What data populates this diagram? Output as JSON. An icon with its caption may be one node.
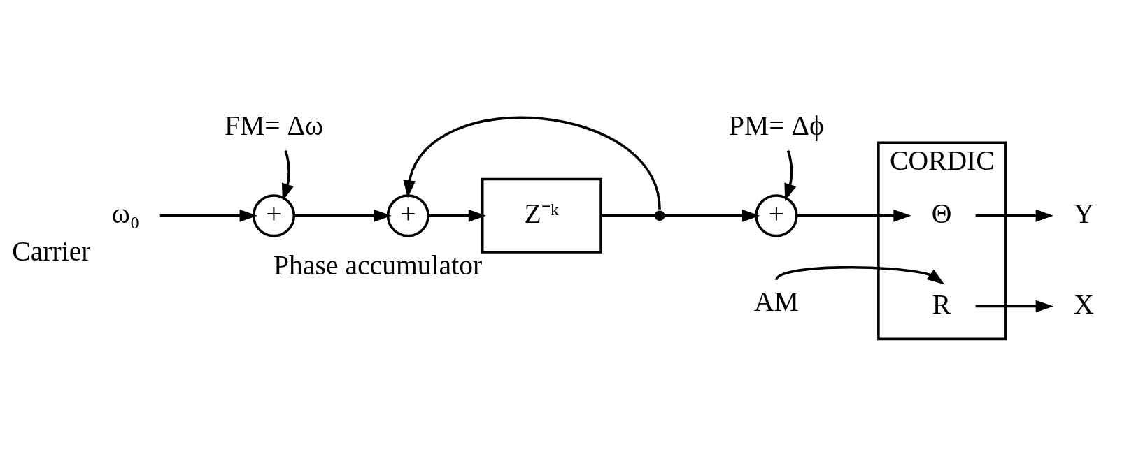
{
  "diagram": {
    "nodes": [
      {
        "text": [
          "ω₀"
        ],
        "beside": [
          "Carrier"
        ]
      },
      {
        "text": [
          "FM= Δω"
        ]
      },
      {
        "text": [
          "+"
        ]
      },
      {
        "text": [
          "+"
        ]
      },
      {
        "text": [
          "Z⁻ᵏ"
        ],
        "beside": [
          "Phase accumulator"
        ]
      },
      {
        "text": [],
        "shape": "dot"
      },
      {
        "text": [
          "PM= Δϕ"
        ]
      },
      {
        "text": [
          "+"
        ]
      },
      {
        "text": [
          "CORDIC"
        ]
      },
      {
        "text": [
          "Θ"
        ],
        "in": 8
      },
      {
        "text": [
          "R"
        ],
        "in": 8
      },
      {
        "text": [
          "AM"
        ]
      },
      {
        "text": [
          "Y"
        ]
      },
      {
        "text": [
          "X"
        ]
      }
    ],
    "edges": [
      {
        "from": 0,
        "to": 2,
        "arrow": "to"
      },
      {
        "from": 1,
        "to": 2,
        "arrow": "to"
      },
      {
        "from": 2,
        "to": 3,
        "arrow": "to"
      },
      {
        "from": 3,
        "to": 4,
        "arrow": "to"
      },
      {
        "from": 4,
        "to": 5,
        "arrow": "none"
      },
      {
        "from": 5,
        "to": 3,
        "arrow": "to"
      },
      {
        "from": 5,
        "to": 7,
        "arrow": "to"
      },
      {
        "from": 6,
        "to": 7,
        "arrow": "to"
      },
      {
        "from": 7,
        "to": 9,
        "arrow": "to"
      },
      {
        "from": 11,
        "to": 10,
        "arrow": "to"
      },
      {
        "from": 9,
        "to": 12,
        "arrow": "to"
      },
      {
        "from": 10,
        "to": 13,
        "arrow": "to"
      }
    ]
  }
}
